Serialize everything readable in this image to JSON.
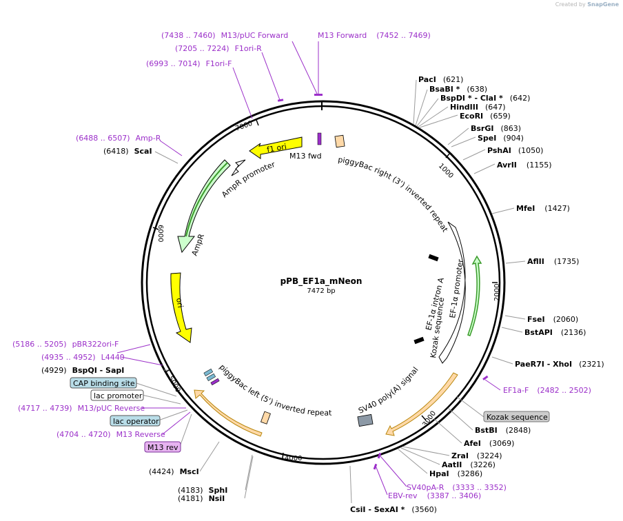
{
  "credit": {
    "prefix": "Created by",
    "brand": "SnapGene"
  },
  "plasmid": {
    "name": "pPB_EF1a_mNeon",
    "length": "7472 bp"
  },
  "ticks": [
    "1000",
    "2000",
    "3000",
    "4000",
    "5000",
    "6000",
    "7000"
  ],
  "sites_right": [
    {
      "name": "PacI",
      "pos": "(621)"
    },
    {
      "name": "BsaBI *",
      "pos": "(638)"
    },
    {
      "name": "BspDI * - ClaI *",
      "pos": "(642)"
    },
    {
      "name": "HindIII",
      "pos": "(647)"
    },
    {
      "name": "EcoRI",
      "pos": "(659)"
    },
    {
      "name": "BsrGI",
      "pos": "(863)"
    },
    {
      "name": "SpeI",
      "pos": "(904)"
    },
    {
      "name": "PshAI",
      "pos": "(1050)"
    },
    {
      "name": "AvrII",
      "pos": "(1155)"
    },
    {
      "name": "MfeI",
      "pos": "(1427)"
    },
    {
      "name": "AflII",
      "pos": "(1735)"
    },
    {
      "name": "FseI",
      "pos": "(2060)"
    },
    {
      "name": "BstAPI",
      "pos": "(2136)"
    },
    {
      "name": "PaeR7I - XhoI",
      "pos": "(2321)"
    },
    {
      "name": "BstBI",
      "pos": "(2848)"
    },
    {
      "name": "AfeI",
      "pos": "(3069)"
    },
    {
      "name": "ZraI",
      "pos": "(3224)"
    },
    {
      "name": "AatII",
      "pos": "(3226)"
    },
    {
      "name": "HpaI",
      "pos": "(3286)"
    },
    {
      "name": "CsiI - SexAI *",
      "pos": "(3560)"
    }
  ],
  "sites_left": [
    {
      "name": "ScaI",
      "pos": "(6418)"
    },
    {
      "name": "BspQI - SapI",
      "pos": "(4929)"
    },
    {
      "name": "MscI",
      "pos": "(4424)"
    },
    {
      "name": "SphI",
      "pos": "(4183)"
    },
    {
      "name": "NsiI",
      "pos": "(4181)"
    }
  ],
  "primers": [
    {
      "name": "M13/pUC Forward",
      "range": "(7438 .. 7460)"
    },
    {
      "name": "M13 Forward",
      "range": "(7452 .. 7469)"
    },
    {
      "name": "F1ori-R",
      "range": "(7205 .. 7224)"
    },
    {
      "name": "F1ori-F",
      "range": "(6993 .. 7014)"
    },
    {
      "name": "Amp-R",
      "range": "(6488 .. 6507)"
    },
    {
      "name": "pBR322ori-F",
      "range": "(5186 .. 5205)"
    },
    {
      "name": "L4440",
      "range": "(4935 .. 4952)"
    },
    {
      "name": "M13/pUC Reverse",
      "range": "(4717 .. 4739)"
    },
    {
      "name": "M13 Reverse",
      "range": "(4704 .. 4720)"
    },
    {
      "name": "EF1a-F",
      "range": "(2482 .. 2502)"
    },
    {
      "name": "SV40pA-R",
      "range": "(3333 .. 3352)"
    },
    {
      "name": "EBV-rev",
      "range": "(3387 .. 3406)"
    }
  ],
  "boxed_features": {
    "cap": "CAP binding site",
    "lac_promoter": "lac promoter",
    "lac_operator": "lac operator",
    "m13rev": "M13 rev",
    "kozak_outer": "Kozak sequence"
  },
  "features": {
    "f1ori": "f1 ori",
    "ampr_promoter": "AmpR promoter",
    "ampr": "AmpR",
    "ori": "ori",
    "m13fwd": "M13 fwd",
    "pb_right": "piggyBac right (3') inverted repeat",
    "pb_left": "piggyBac left (5') inverted repeat",
    "ef1a_intron": "EF-1α intron A",
    "kozak_inner": "Kozak sequence",
    "ef1a_promoter": "EF-1α promoter",
    "sv40": "SV40 poly(A) signal"
  },
  "colors": {
    "primer": "#9b2fc9",
    "yellow_feature": "#ffff00",
    "ampr_fill": "#ccffcc",
    "orange_feature": "#ffd9a8",
    "ring": "#000000"
  }
}
